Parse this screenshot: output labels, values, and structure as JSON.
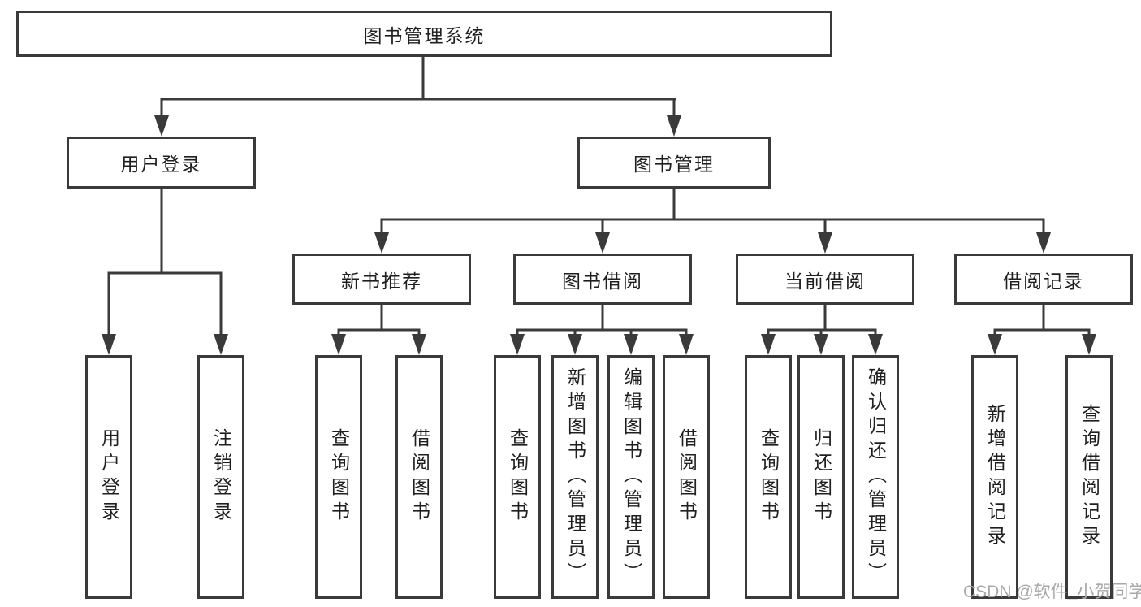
{
  "diagram": {
    "root": {
      "label": "图书管理系统"
    },
    "branches": [
      {
        "label": "用户登录",
        "children": [
          {
            "label": "用户登录"
          },
          {
            "label": "注销登录"
          }
        ]
      },
      {
        "label": "图书管理",
        "children": [
          {
            "label": "新书推荐",
            "children": [
              {
                "label": "查询图书"
              },
              {
                "label": "借阅图书"
              }
            ]
          },
          {
            "label": "图书借阅",
            "children": [
              {
                "label": "查询图书"
              },
              {
                "label": "新增图书（管理员）"
              },
              {
                "label": "编辑图书（管理员）"
              },
              {
                "label": "借阅图书"
              }
            ]
          },
          {
            "label": "当前借阅",
            "children": [
              {
                "label": "查询图书"
              },
              {
                "label": "归还图书"
              },
              {
                "label": "确认归还（管理员）"
              }
            ]
          },
          {
            "label": "借阅记录",
            "children": [
              {
                "label": "新增借阅记录"
              },
              {
                "label": "查询借阅记录"
              }
            ]
          }
        ]
      }
    ]
  },
  "watermark": {
    "text": "CSDN @软件_小贺同学"
  },
  "colors": {
    "line": "#3a3a3a",
    "border": "#3a3a3a",
    "box_bg": "#ffffff",
    "text": "#1f1f1f",
    "background": "#ffffff",
    "watermark": "#a8a8a8"
  }
}
